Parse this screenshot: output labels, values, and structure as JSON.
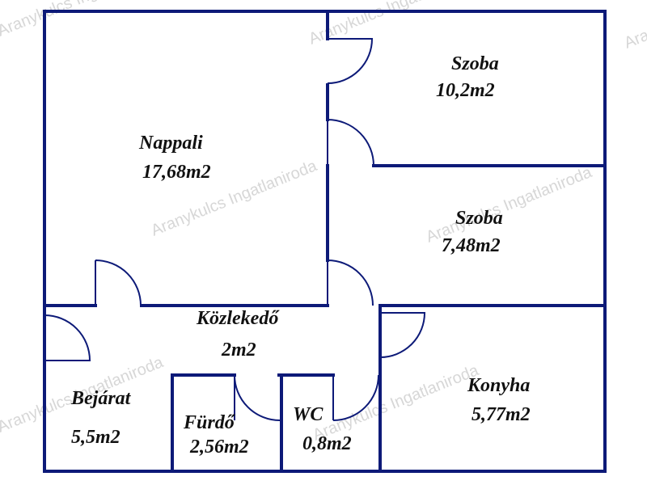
{
  "watermark": "Aranykulcs Ingatlaniroda",
  "colors": {
    "wall": "#0d1a78",
    "window": "#b6c8e6",
    "text": "#111111",
    "watermark": "#d7d7d7"
  },
  "rooms": [
    {
      "name": "Nappali",
      "area": "17,68m2"
    },
    {
      "name": "Szoba",
      "area": "10,2m2"
    },
    {
      "name": "Szoba",
      "area": "7,48m2"
    },
    {
      "name": "Közlekedő",
      "area": "2m2"
    },
    {
      "name": "Bejárat",
      "area": "5,5m2"
    },
    {
      "name": "Fürdő",
      "area": "2,56m2"
    },
    {
      "name": "WC",
      "area": "0,8m2"
    },
    {
      "name": "Konyha",
      "area": "5,77m2"
    }
  ]
}
